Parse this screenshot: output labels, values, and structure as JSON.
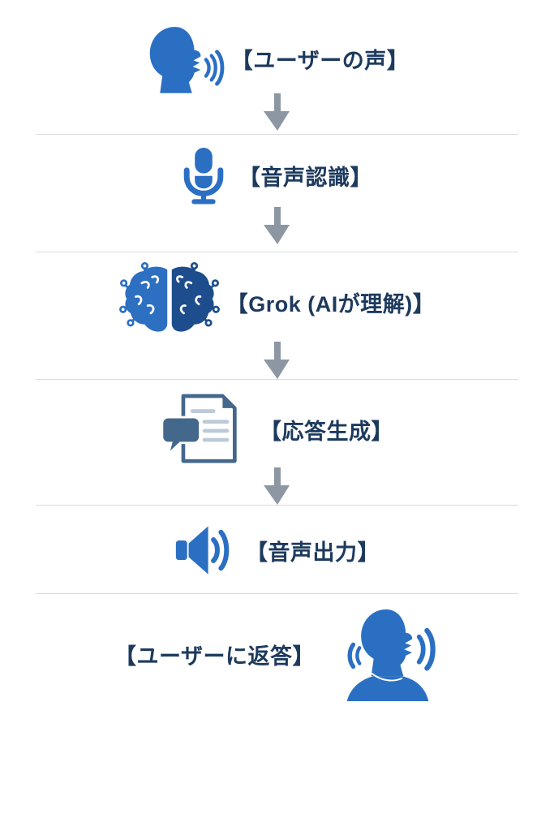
{
  "title": "voice-assistant-flow-diagram",
  "colors": {
    "background": "#ffffff",
    "primary_blue": "#2b6fc3",
    "brain_left_blue": "#2d6fc0",
    "brain_right_navy": "#1e4d8d",
    "slate_blue": "#44678c",
    "label_navy": "#1d3a5e",
    "arrow_gray": "#8d97a3",
    "divider_gray": "#d9dbde"
  },
  "flow": {
    "steps": [
      {
        "label": "【ユーザーの声】",
        "icon": "speaking-head-icon",
        "arrow_after": true,
        "icon_position": "left"
      },
      {
        "label": "【音声認識】",
        "icon": "microphone-icon",
        "arrow_after": true,
        "icon_position": "left"
      },
      {
        "label": "【Grok (AIが理解)】",
        "icon": "ai-brain-circuit-icon",
        "arrow_after": true,
        "icon_position": "left"
      },
      {
        "label": "【応答生成】",
        "icon": "document-chat-icon",
        "arrow_after": true,
        "icon_position": "left"
      },
      {
        "label": "【音声出力】",
        "icon": "speaker-volume-icon",
        "arrow_after": false,
        "icon_position": "left"
      },
      {
        "label": "【ユーザーに返答】",
        "icon": "speaking-head-waves-icon",
        "arrow_after": false,
        "icon_position": "right"
      }
    ]
  }
}
